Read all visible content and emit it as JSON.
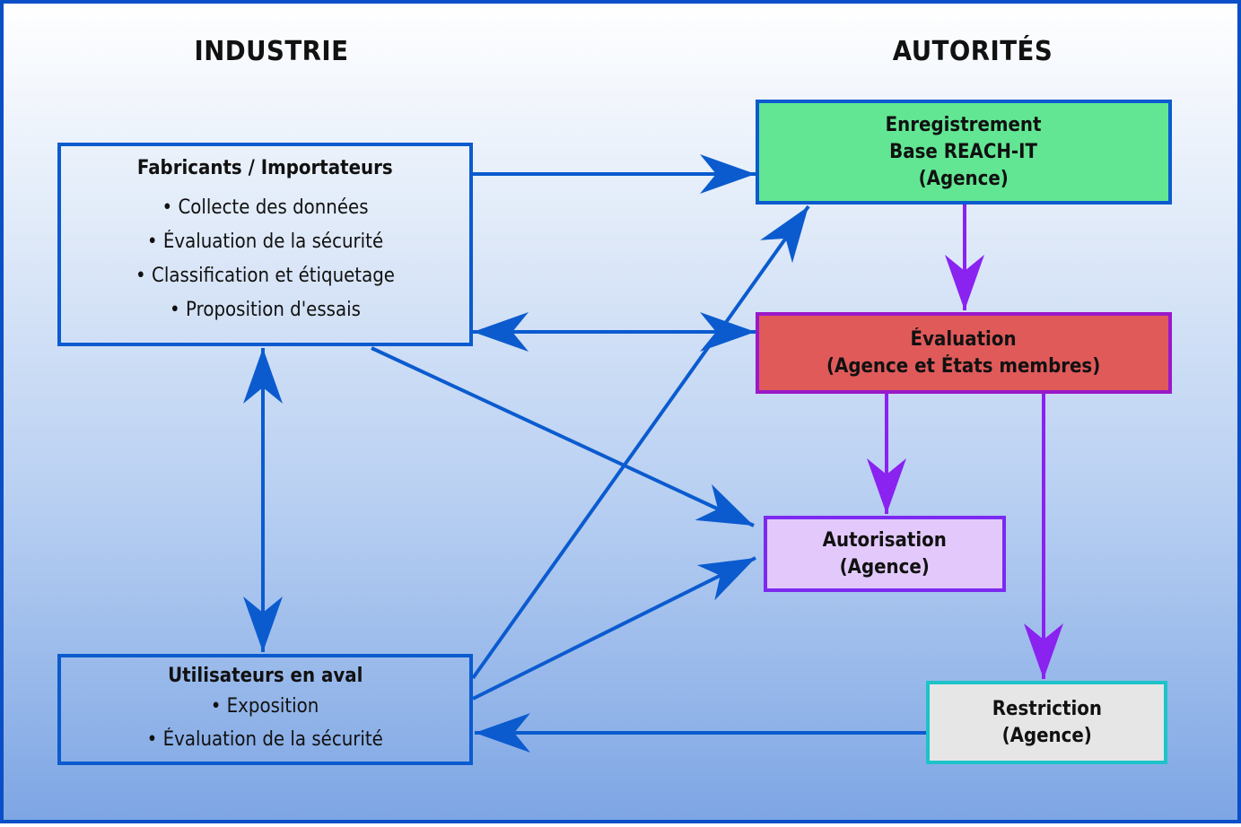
{
  "headings": {
    "left": "INDUSTRIE",
    "right": "AUTORITÉS"
  },
  "boxes": {
    "fabricants": {
      "title": "Fabricants / Importateurs",
      "items": [
        "• Collecte des données",
        "• Évaluation de la sécurité",
        "• Classification et étiquetage",
        "• Proposition d'essais"
      ]
    },
    "utilisateurs": {
      "title": "Utilisateurs en aval",
      "items": [
        "• Exposition",
        "• Évaluation de la sécurité"
      ]
    },
    "enregistrement": {
      "lines": [
        "Enregistrement",
        "Base REACH-IT",
        "(Agence)"
      ]
    },
    "evaluation": {
      "lines": [
        "Évaluation",
        "(Agence et États membres)"
      ]
    },
    "autorisation": {
      "lines": [
        "Autorisation",
        "(Agence)"
      ]
    },
    "restriction": {
      "lines": [
        "Restriction",
        "(Agence)"
      ]
    }
  },
  "connections": [
    {
      "from": "fabricants",
      "to": "enregistrement",
      "type": "single",
      "color": "blue"
    },
    {
      "from": "fabricants",
      "to": "evaluation",
      "type": "double",
      "color": "blue"
    },
    {
      "from": "fabricants",
      "to": "autorisation",
      "type": "single",
      "color": "blue"
    },
    {
      "from": "fabricants",
      "to": "utilisateurs",
      "type": "double",
      "color": "blue"
    },
    {
      "from": "utilisateurs",
      "to": "enregistrement",
      "type": "single",
      "color": "blue"
    },
    {
      "from": "utilisateurs",
      "to": "autorisation",
      "type": "single",
      "color": "blue"
    },
    {
      "from": "restriction",
      "to": "utilisateurs",
      "type": "single",
      "color": "blue"
    },
    {
      "from": "enregistrement",
      "to": "evaluation",
      "type": "single",
      "color": "purple"
    },
    {
      "from": "evaluation",
      "to": "autorisation",
      "type": "single",
      "color": "purple"
    },
    {
      "from": "evaluation",
      "to": "restriction",
      "type": "single",
      "color": "purple"
    }
  ],
  "colors": {
    "blue": "#0b5bcf",
    "purple": "#8a22f0",
    "frame": "#0b4fc7",
    "enregistrement_fill": "#62e693",
    "evaluation_fill": "#e05a5a",
    "autorisation_fill": "#e3c9fb",
    "restriction_fill": "#e6e6e6"
  }
}
